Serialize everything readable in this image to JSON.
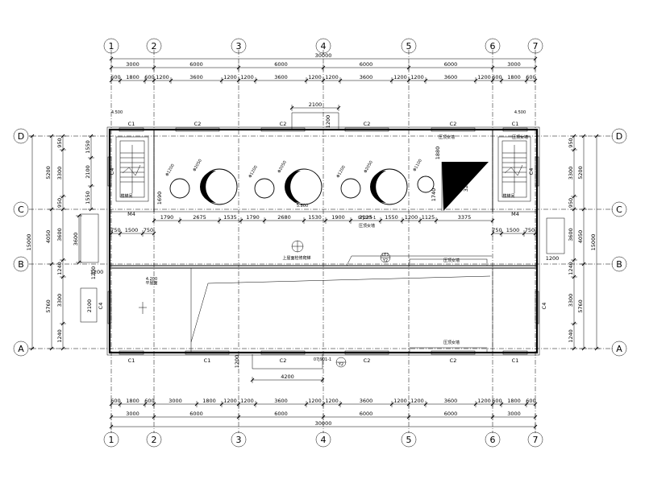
{
  "axes_columns": [
    "1",
    "2",
    "3",
    "4",
    "5",
    "6",
    "7"
  ],
  "axes_rows": [
    "D",
    "C",
    "B",
    "A"
  ],
  "top_dims": {
    "total": "30000",
    "bays": [
      "3000",
      "6000",
      "6000",
      "6000",
      "6000",
      "3000"
    ],
    "details": [
      "600",
      "1800",
      "600",
      "1200",
      "3600",
      "1200",
      "1200",
      "3600",
      "1200",
      "1200",
      "3600",
      "1200",
      "1200",
      "3600",
      "1200",
      "600",
      "1800",
      "600"
    ]
  },
  "bottom_dims": {
    "total": "30000",
    "bays": [
      "3000",
      "6000",
      "6000",
      "6000",
      "6000",
      "3000"
    ],
    "details": [
      "600",
      "1800",
      "600",
      "3000",
      "1800",
      "1200",
      "1200",
      "3600",
      "1200",
      "1200",
      "3600",
      "1200",
      "1200",
      "3600",
      "1200",
      "600",
      "1800",
      "600"
    ]
  },
  "left_dims": {
    "total": "15000",
    "bays": [
      "5200",
      "4050",
      "5760"
    ],
    "details": [
      "950",
      "3300",
      "950",
      "3600",
      "1240",
      "3300",
      "1240"
    ],
    "inner": [
      "1550",
      "2100",
      "1550",
      "1200",
      "2100"
    ]
  },
  "right_dims": {
    "total": "15000",
    "bays": [
      "5200",
      "4050",
      "5760"
    ],
    "details": [
      "950",
      "3300",
      "950",
      "3600",
      "1240",
      "3300",
      "1240"
    ]
  },
  "interior_dims": {
    "row": [
      "1790",
      "2675",
      "1535",
      "1790",
      "2680",
      "1530",
      "1900",
      "2125",
      "1550",
      "1200",
      "1125",
      "3375"
    ],
    "stair_left": [
      "750",
      "1500",
      "750"
    ],
    "stair_right": [
      "750",
      "1500",
      "750"
    ],
    "top_window": "2100",
    "top_window_h": "1200",
    "bottom_window": "4200",
    "bottom_window_h": "1200",
    "right_1200": "1200",
    "left_1200": "1200",
    "vert_1690": "1690",
    "vert_1880": "1880",
    "vert_3220": "3220",
    "vert_1740": "1740"
  },
  "window_labels": {
    "top": [
      "C1",
      "C2",
      "C2",
      "C2",
      "C2",
      "C1"
    ],
    "bottom": [
      "C1",
      "C1",
      "C2",
      "C2",
      "C2",
      "C1"
    ],
    "side": [
      "C4",
      "C4",
      "C4",
      "C4"
    ],
    "door": [
      "M4",
      "M4"
    ]
  },
  "circle_labels": [
    "Φ1200",
    "Φ2050",
    "Φ1200",
    "Φ2050",
    "Φ1200",
    "Φ2050",
    "Φ1100"
  ],
  "levels": [
    "4.500",
    "4.500",
    "4.200",
    "5.800"
  ],
  "notes": [
    "压顶女墙",
    "压顶女墙",
    "压顶女墙",
    "压顶女墙",
    "上屋面检修爬梯",
    "平屋面",
    "楼梯间",
    "楼梯间",
    "压顶女墙"
  ],
  "callouts": {
    "top": "07J203-1",
    "bottom": "07J901-1",
    "mid": "LE1",
    "mid_sub": "Y2",
    "bottom_sub": "Y2"
  }
}
